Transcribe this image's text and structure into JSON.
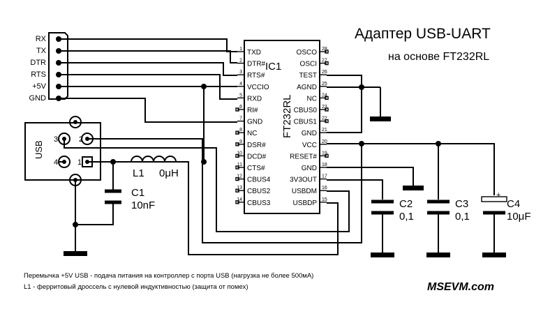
{
  "title": "Адаптер USB-UART",
  "subtitle": "на основе FT232RL",
  "website": "MSEVM.com",
  "notes": [
    "Перемычка +5V USB - подача питания на контроллер с порта USB (нагрузка не более 500мА)",
    "L1 - ферритовый дроссель с нулевой индуктивностью (защита от помех)"
  ],
  "connector_pins": [
    "RX",
    "TX",
    "DTR",
    "RTS",
    "+5V",
    "GND"
  ],
  "usb": {
    "label": "USB",
    "pin_numbers": [
      "3",
      "2",
      "4",
      "1"
    ]
  },
  "ic": {
    "ref": "IC1",
    "part": "FT232RL",
    "left_pins": [
      {
        "num": "1",
        "name": "TXD"
      },
      {
        "num": "2",
        "name": "DTR#"
      },
      {
        "num": "3",
        "name": "RTS#"
      },
      {
        "num": "4",
        "name": "VCCIO"
      },
      {
        "num": "5",
        "name": "RXD"
      },
      {
        "num": "6",
        "name": "RI#"
      },
      {
        "num": "7",
        "name": "GND"
      },
      {
        "num": "8",
        "name": "NC"
      },
      {
        "num": "9",
        "name": "DSR#"
      },
      {
        "num": "10",
        "name": "DCD#"
      },
      {
        "num": "11",
        "name": "CTS#"
      },
      {
        "num": "12",
        "name": "CBUS4"
      },
      {
        "num": "13",
        "name": "CBUS2"
      },
      {
        "num": "14",
        "name": "CBUS3"
      }
    ],
    "right_pins": [
      {
        "num": "28",
        "name": "OSCO"
      },
      {
        "num": "27",
        "name": "OSCI"
      },
      {
        "num": "26",
        "name": "TEST"
      },
      {
        "num": "25",
        "name": "AGND"
      },
      {
        "num": "24",
        "name": "NC"
      },
      {
        "num": "23",
        "name": "CBUS0"
      },
      {
        "num": "22",
        "name": "CBUS1"
      },
      {
        "num": "21",
        "name": "GND"
      },
      {
        "num": "20",
        "name": "VCC"
      },
      {
        "num": "19",
        "name": "RESET#"
      },
      {
        "num": "18",
        "name": "GND"
      },
      {
        "num": "17",
        "name": "3V3OUT"
      },
      {
        "num": "16",
        "name": "USBDM"
      },
      {
        "num": "15",
        "name": "USBDP"
      }
    ]
  },
  "inductor": {
    "ref": "L1",
    "value": "0μH"
  },
  "capacitors": [
    {
      "ref": "C1",
      "value": "10nF"
    },
    {
      "ref": "C2",
      "value": "0,1"
    },
    {
      "ref": "C3",
      "value": "0,1"
    },
    {
      "ref": "C4",
      "value": "10μF",
      "polarity": "+"
    }
  ]
}
